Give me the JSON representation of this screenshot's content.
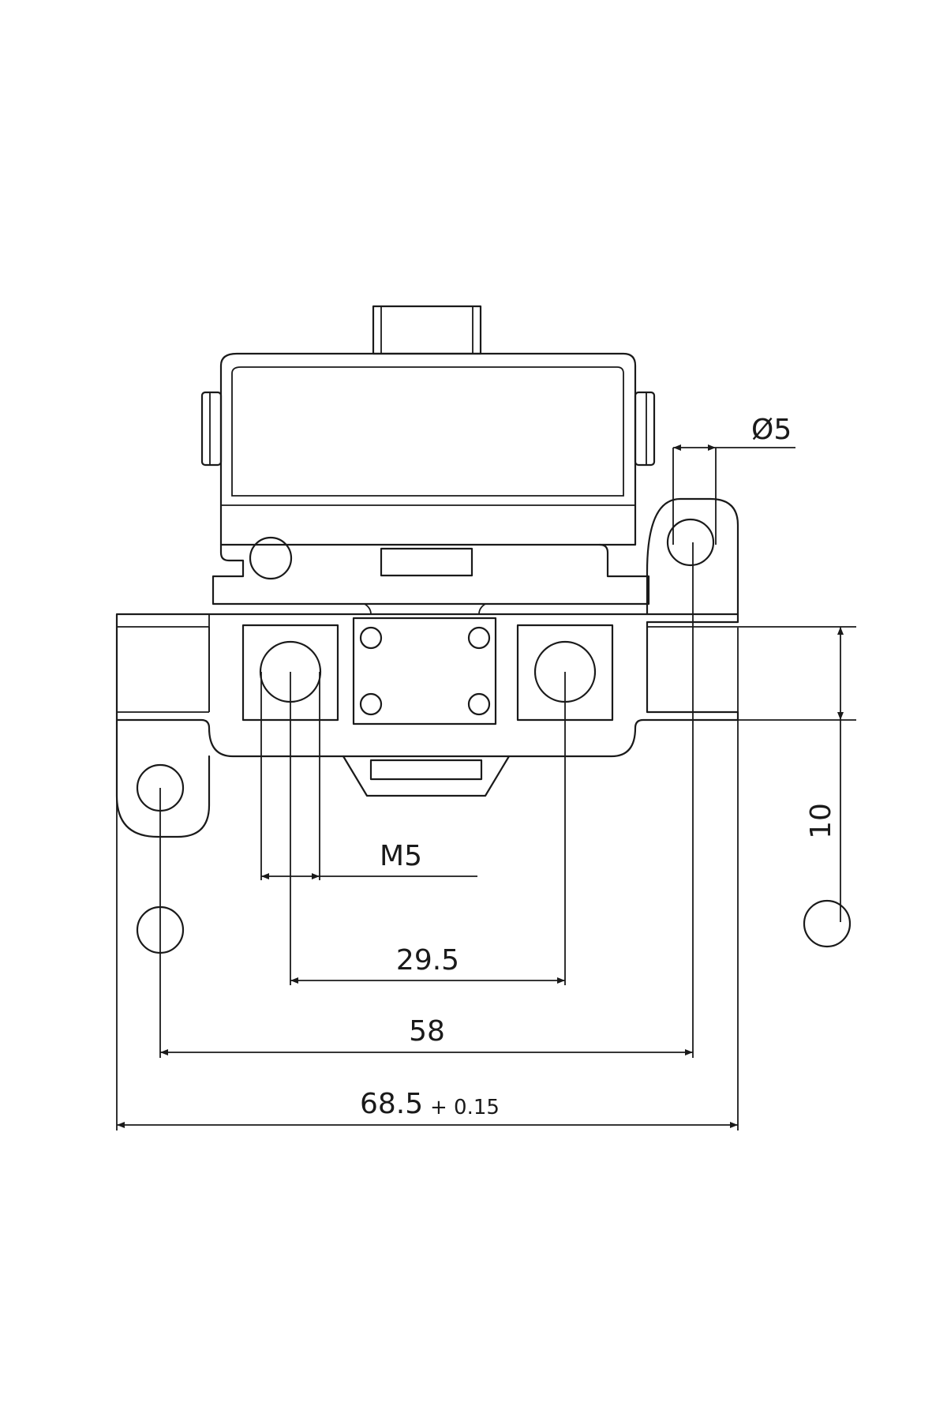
{
  "dimensions": {
    "diameter": "Ø5",
    "thread": "M5",
    "terminal_spacing": "29.5",
    "mount_spacing": "58",
    "overall_width": "68.5",
    "overall_tolerance": "+ 0.15",
    "height_offset": "10"
  }
}
